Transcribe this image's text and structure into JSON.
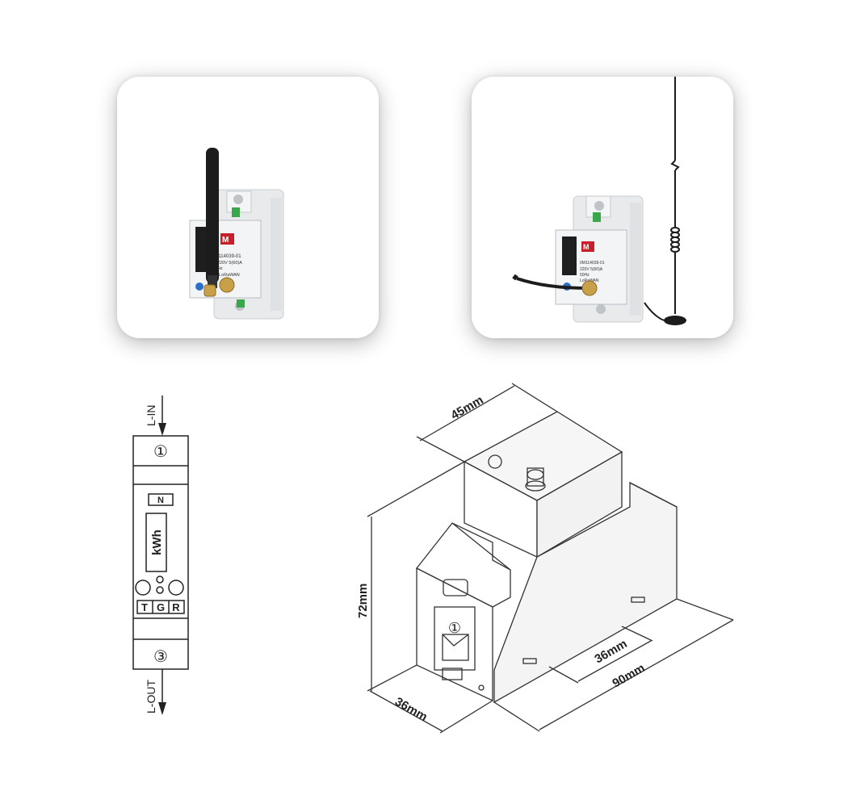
{
  "product_a": {
    "brand": "",
    "model": "0114039-01",
    "spec": "220V 5(60)A",
    "freq": "Hz",
    "tag": "LoRaWAN"
  },
  "product_b": {
    "model": "0M114039-01",
    "spec": "220V 5(60)A",
    "freq": "50Hz",
    "tag": "LoRaWAN"
  },
  "wiring": {
    "in_label": "L-IN",
    "out_label": "L-OUT",
    "terminal_in": "①",
    "terminal_out": "③",
    "neutral": "N",
    "display": "kWh",
    "keys": [
      "T",
      "G",
      "R"
    ]
  },
  "dimensions": {
    "depth_top": "45mm",
    "height": "72mm",
    "front_width": "36mm",
    "rail_width": "36mm",
    "length": "90mm",
    "front_symbol": "①"
  },
  "colors": {
    "housing": "#eceef0",
    "antenna": "#1c1c1c",
    "brass": "#c9a04a",
    "brand_red": "#c8202a",
    "line": "#333333"
  }
}
